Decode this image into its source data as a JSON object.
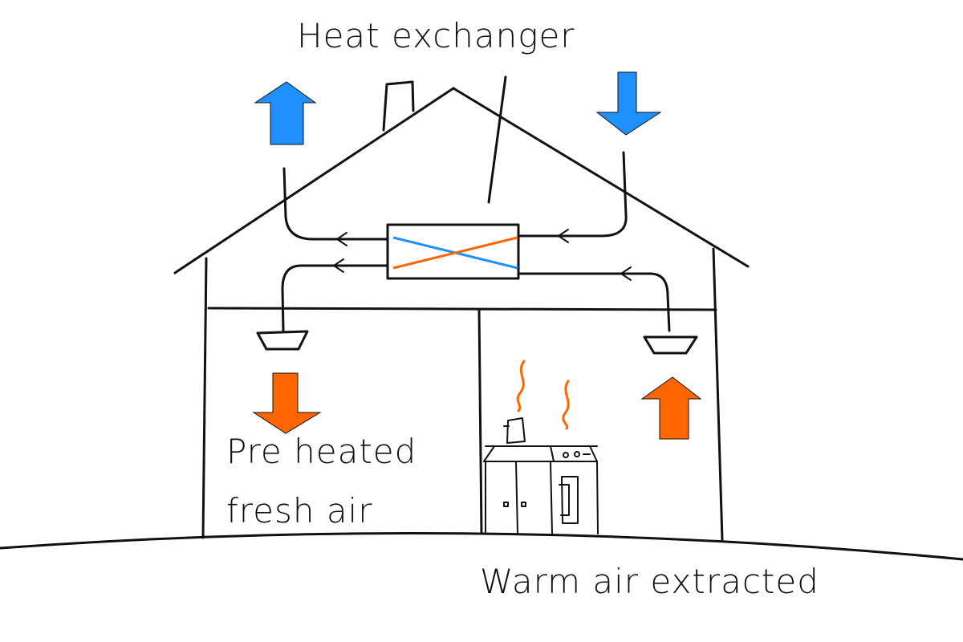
{
  "labels": {
    "heat_exchanger": "Heat exchanger",
    "pre_heated_line1": "Pre heated",
    "pre_heated_line2": "fresh air",
    "warm_air": "Warm air extracted"
  },
  "colors": {
    "cold": "#1e90ff",
    "warm": "#ff6600",
    "ink": "#111111"
  },
  "icons": [
    "up-arrow-icon",
    "down-arrow-icon",
    "vent-icon",
    "steam-icon",
    "stove-icon",
    "chimney-icon"
  ]
}
